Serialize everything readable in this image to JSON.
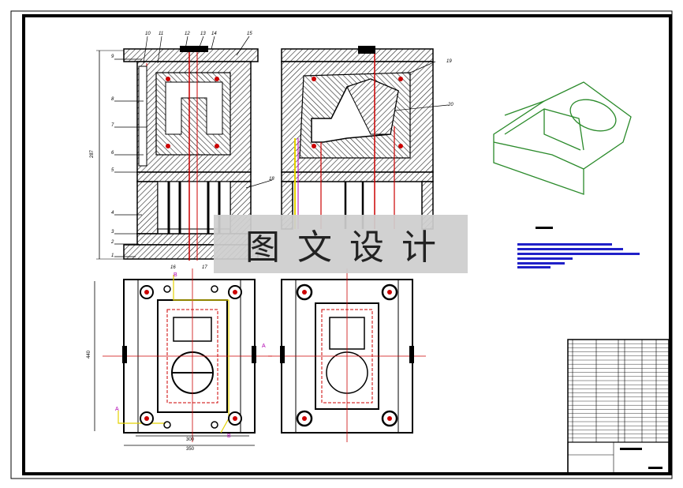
{
  "part_numbers_front": [
    "10",
    "11",
    "12",
    "13",
    "14",
    "15"
  ],
  "part_numbers_left": [
    "9",
    "8",
    "7",
    "6",
    "5",
    "4",
    "3",
    "2",
    "1"
  ],
  "part_numbers_bottom": [
    "16",
    "17"
  ],
  "part_numbers_right": [
    "18",
    "19",
    "20"
  ],
  "dim_height": "287",
  "dim_width_inner": "300",
  "dim_width_outer": "350",
  "dim_plan_height": "440",
  "section_marks": [
    "A",
    "A",
    "B",
    "B"
  ],
  "watermark": "图文设计"
}
